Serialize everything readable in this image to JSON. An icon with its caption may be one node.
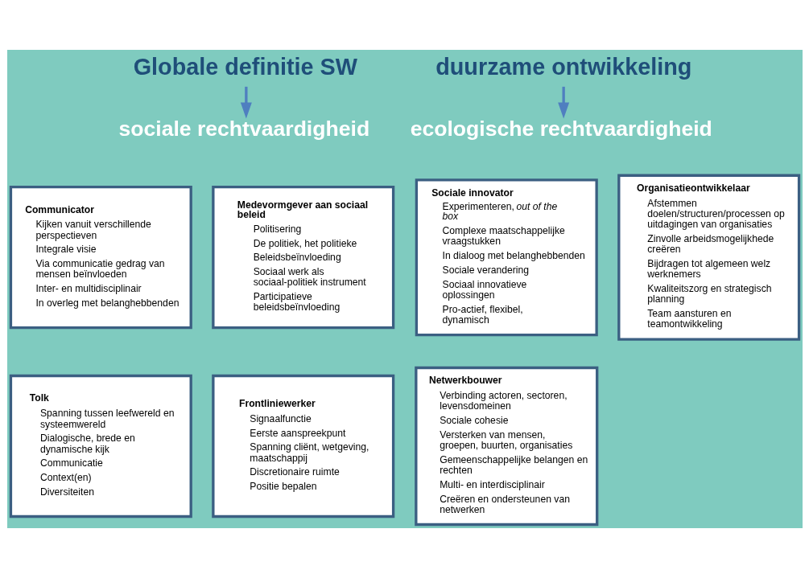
{
  "diagram": {
    "nodes": [
      {
        "text": [
          "Globale definitie SW"
        ]
      },
      {
        "text": [
          "duurzame ontwikkeling"
        ]
      },
      {
        "text": [
          "sociale rechtvaardigheid"
        ]
      },
      {
        "text": [
          "ecologische rechtvaardigheid"
        ]
      },
      {
        "text": [
          "Communicator",
          "Kijken vanuit verschillende perspectieven",
          "Integrale visie",
          "Via communicatie gedrag van mensen beïnvloeden",
          "Inter- en multidisciplinair",
          "In overleg met belanghebbenden"
        ]
      },
      {
        "text": [
          "Medevormgever aan sociaal beleid",
          "Politisering",
          "De politiek, het politieke",
          "Beleidsbeïnvloeding",
          "Sociaal werk als sociaal-politiek instrument",
          "Participatieve beleidsbeïnvloeding"
        ]
      },
      {
        "text": [
          "Sociale innovator",
          "Experimenteren, *out of the box*",
          "Complexe maatschappelijke vraagstukken",
          "In dialoog met belanghebbenden",
          "Sociale verandering",
          "Sociaal innovatieve oplossingen",
          "Pro-actief, flexibel, dynamisch"
        ]
      },
      {
        "text": [
          "Tolk",
          "Spanning tussen leefwereld en systeemwereld",
          "Dialogische, brede en dynamische kijk",
          "Communicatie",
          "Context(en)",
          "Diversiteiten"
        ]
      },
      {
        "text": [
          "Frontliniewerker",
          "Signaalfunctie",
          "Eerste aanspreekpunt",
          "Spanning cliënt, wetgeving, maatschappij",
          "Discretionaire ruimte",
          "Positie bepalen"
        ]
      },
      {
        "text": [
          "Netwerkbouwer",
          "Verbinding actoren, sectoren, levensdomeinen",
          "Sociale cohesie",
          "Versterken van mensen, groepen, buurten, organisaties",
          "Gemeenschappelijke belangen en rechten",
          "Multi- en interdisciplinair",
          "Creëren en ondersteunen van netwerken"
        ]
      },
      {
        "text": [
          "Organisatieontwikkelaar",
          "Afstemmen doelen/structuren/processen op uitdagingen van organisaties",
          "Zinvolle arbeidsmogelijkhede creëren",
          "Bijdragen tot algemeen welz werknemers",
          "Kwaliteitszorg en strategisch planning",
          "Team aansturen en teamontwikkeling"
        ]
      }
    ],
    "edges": [
      {
        "from": 0,
        "to": 2,
        "arrow": "to"
      },
      {
        "from": 1,
        "to": 3,
        "arrow": "to"
      }
    ]
  }
}
